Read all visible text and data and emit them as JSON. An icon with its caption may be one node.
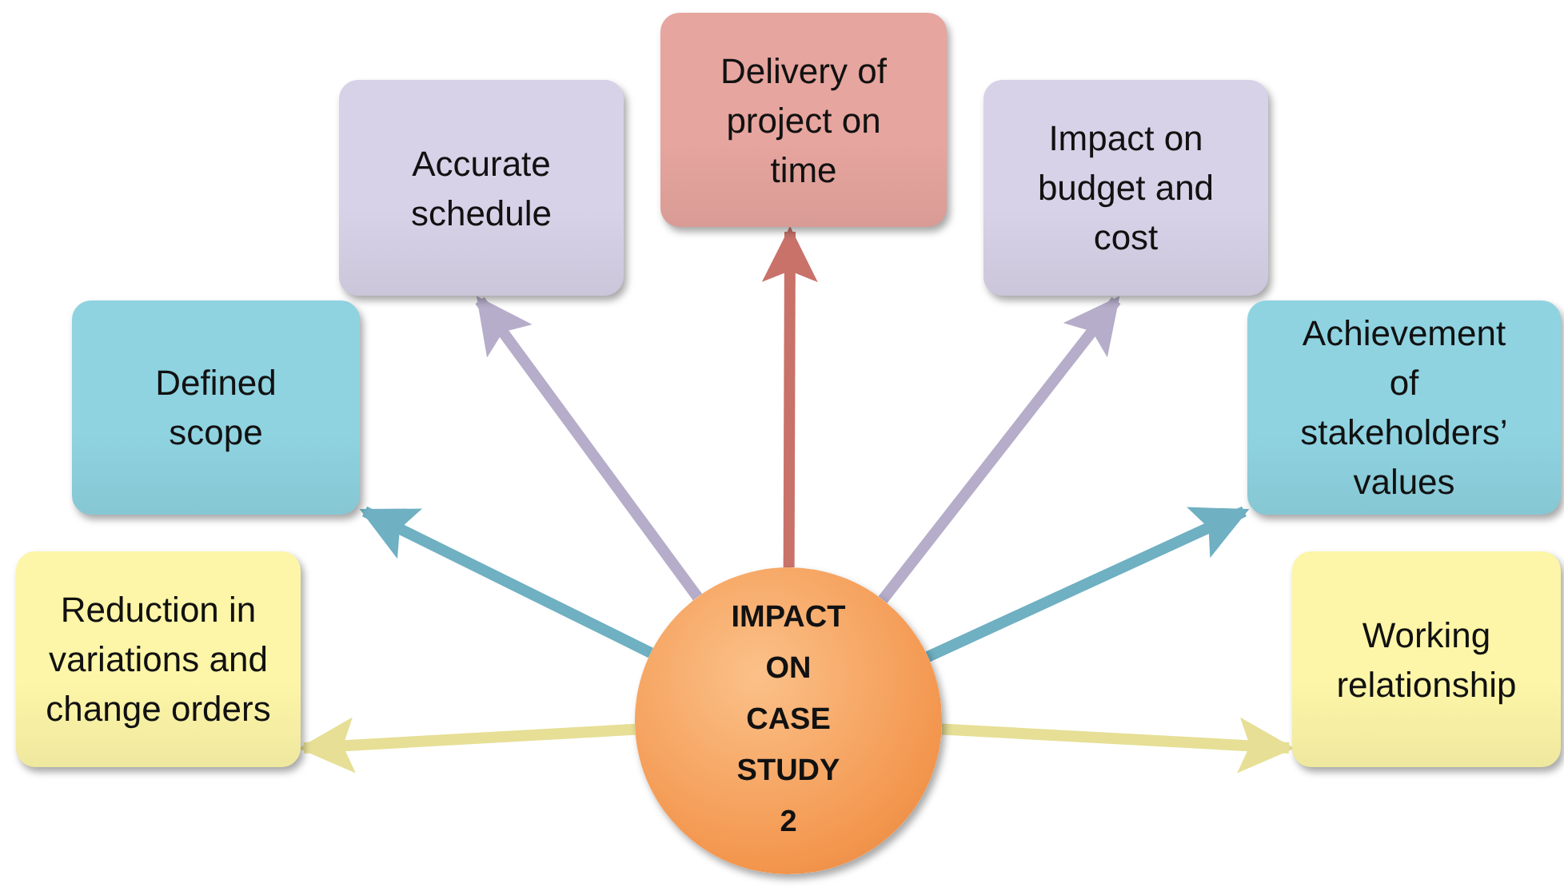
{
  "diagram": {
    "nodes": [
      {
        "text": [
          "IMPACT ON CASE STUDY 2"
        ]
      },
      {
        "text": [
          "Reduction in variations and change orders"
        ]
      },
      {
        "text": [
          "Defined scope"
        ]
      },
      {
        "text": [
          "Accurate schedule"
        ]
      },
      {
        "text": [
          "Delivery of project on time"
        ]
      },
      {
        "text": [
          "Impact on budget and cost"
        ]
      },
      {
        "text": [
          "Achievement of stakeholders’ values"
        ]
      },
      {
        "text": [
          "Working relationship"
        ]
      }
    ],
    "edges": [
      {
        "from": 0,
        "to": 1,
        "arrow": "to",
        "color": "#e6df95"
      },
      {
        "from": 0,
        "to": 2,
        "arrow": "to",
        "color": "#6fb0c2"
      },
      {
        "from": 0,
        "to": 3,
        "arrow": "to",
        "color": "#b5adc9"
      },
      {
        "from": 0,
        "to": 4,
        "arrow": "to",
        "color": "#c8726a"
      },
      {
        "from": 0,
        "to": 5,
        "arrow": "to",
        "color": "#b5adc9"
      },
      {
        "from": 0,
        "to": 6,
        "arrow": "to",
        "color": "#6fb0c2"
      },
      {
        "from": 0,
        "to": 7,
        "arrow": "to",
        "color": "#e6df95"
      }
    ]
  }
}
